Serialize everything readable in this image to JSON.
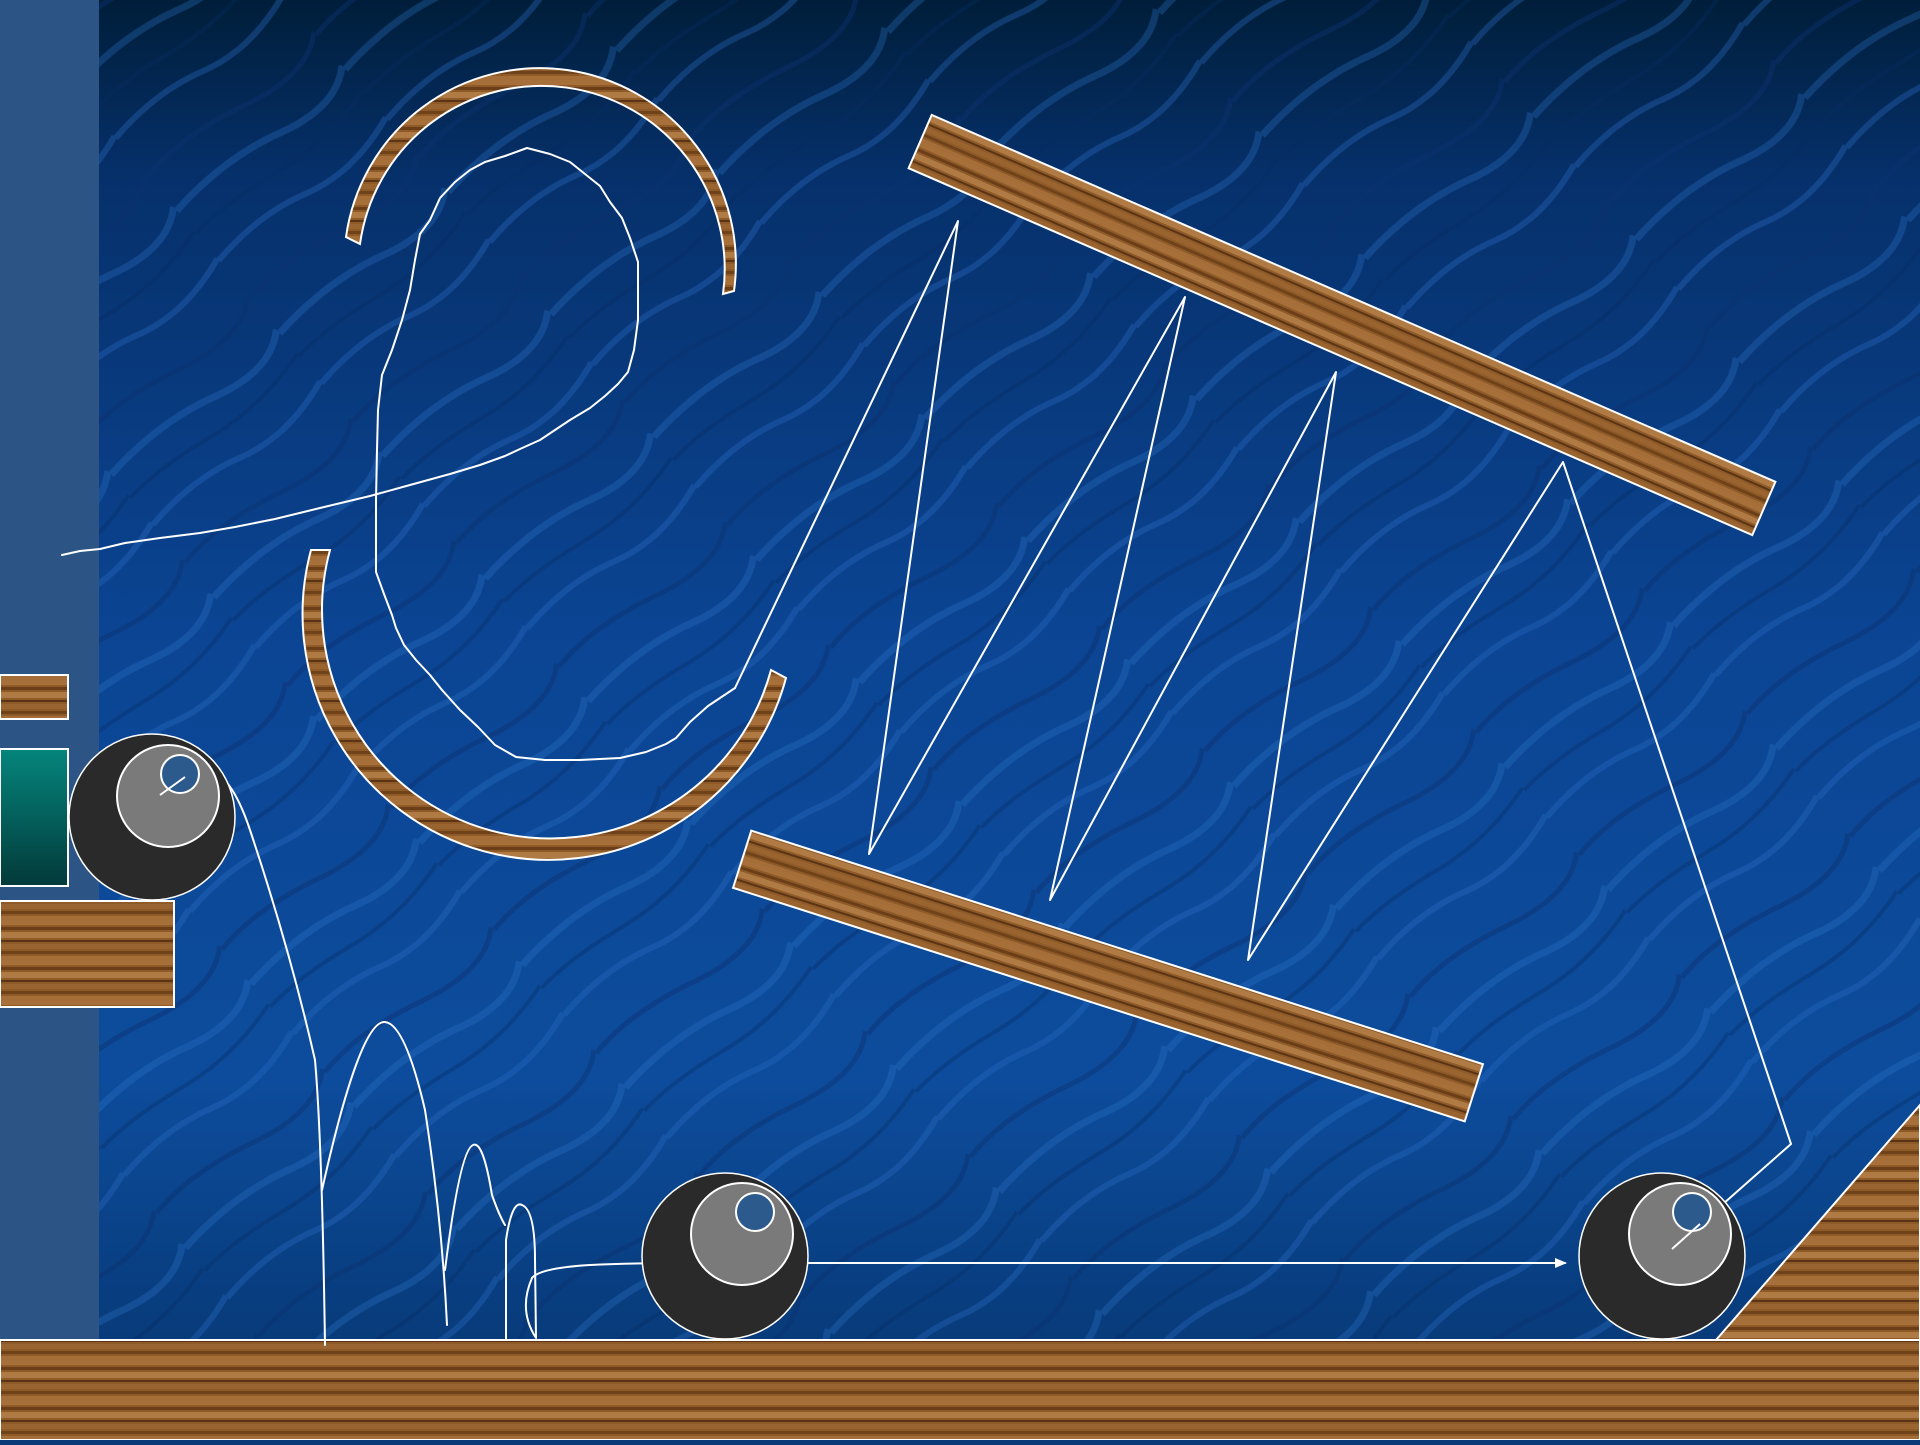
{
  "scene": {
    "colors": {
      "background_top": "#001e3a",
      "background_main": "#0b4594",
      "background_light": "#1557ad",
      "side_panel": "#2c5484",
      "wood_light": "#a06a34",
      "wood_dark": "#5a3414",
      "ball_outer": "#2a2a2a",
      "ball_inner": "#7a7a7a",
      "ball_highlight": "#2d5a8c",
      "bucket_teal": "#04857c",
      "trace_line": "#ffffff"
    },
    "balls": [
      {
        "name": "left-ball-on-shelf"
      },
      {
        "name": "middle-floor-ball"
      },
      {
        "name": "right-floor-ball"
      }
    ],
    "components": [
      "left-upper-shelf",
      "left-lower-shelf",
      "teal-block",
      "semicircle-upper-ramp",
      "semicircle-lower-ramp",
      "upper-tilted-plank",
      "lower-tilted-plank",
      "right-wedge-ramp",
      "floor"
    ]
  }
}
